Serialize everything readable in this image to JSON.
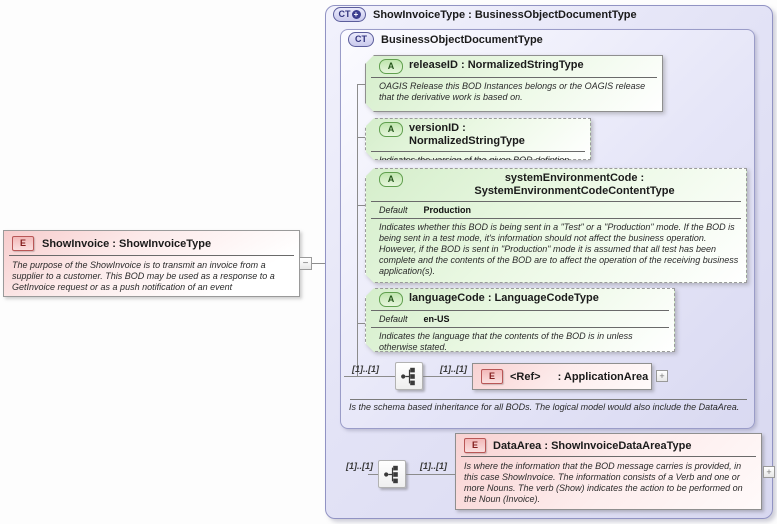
{
  "palette": {
    "container_fill": "#e3e3f6",
    "container_border": "#9193c3",
    "attribute_fill": "#d5eecb",
    "element_fill": "#f8d2d2",
    "connector": "#8c8c8c"
  },
  "toggles": {
    "collapse": "−",
    "expand": "+"
  },
  "icons": {
    "element": "E",
    "attribute": "A",
    "complex_type": "CT",
    "complex_type_plus": "+"
  },
  "root_element": {
    "title": "ShowInvoice : ShowInvoiceType",
    "annotation": "The purpose of the ShowInvoice is to transmit an invoice from a supplier to a customer. This BOD may be used as a response to a GetInvoice request or as a push notification of an event"
  },
  "outer_type": {
    "title": "ShowInvoiceType : BusinessObjectDocumentType"
  },
  "base_type": {
    "title": "BusinessObjectDocumentType",
    "annotation": "Is the schema based inheritance for all BODs. The logical model would also include the DataArea.",
    "attributes": [
      {
        "title": "releaseID : NormalizedStringType",
        "annotation": "OAGIS Release this BOD Instances belongs or the OAGIS release that the derivative work is based on."
      },
      {
        "title": "versionID : NormalizedStringType",
        "annotation": "Indicates the version of the given BOD defintion."
      },
      {
        "title": "systemEnvironmentCode : SystemEnvironmentCodeContentType",
        "default_label": "Default",
        "default_value": "Production",
        "annotation": "Indicates whether this BOD is being sent in a \"Test\" or a \"Production\" mode. If the BOD is being sent in a test mode, it's information should not affect the business operation. However, if the BOD is sent in \"Production\" mode it is assumed that all test has been complete and the contents of the BOD are to affect the operation of the receiving business application(s)."
      },
      {
        "title": "languageCode : LanguageCodeType",
        "default_label": "Default",
        "default_value": "en-US",
        "annotation": "Indicates the language that the contents of the BOD is in unless otherwise stated."
      }
    ]
  },
  "application_area": {
    "ref": "<Ref>",
    "title": ": ApplicationArea",
    "cardinality_left": "[1]..[1]",
    "cardinality_right": "[1]..[1]"
  },
  "data_area": {
    "title": "DataArea : ShowInvoiceDataAreaType",
    "annotation": "Is where the information that the BOD message carries is provided, in this case ShowInvoice. The information consists of a Verb and one or more Nouns. The verb (Show) indicates the action to be performed on the Noun (Invoice).",
    "cardinality_left": "[1]..[1]",
    "cardinality_right": "[1]..[1]"
  }
}
